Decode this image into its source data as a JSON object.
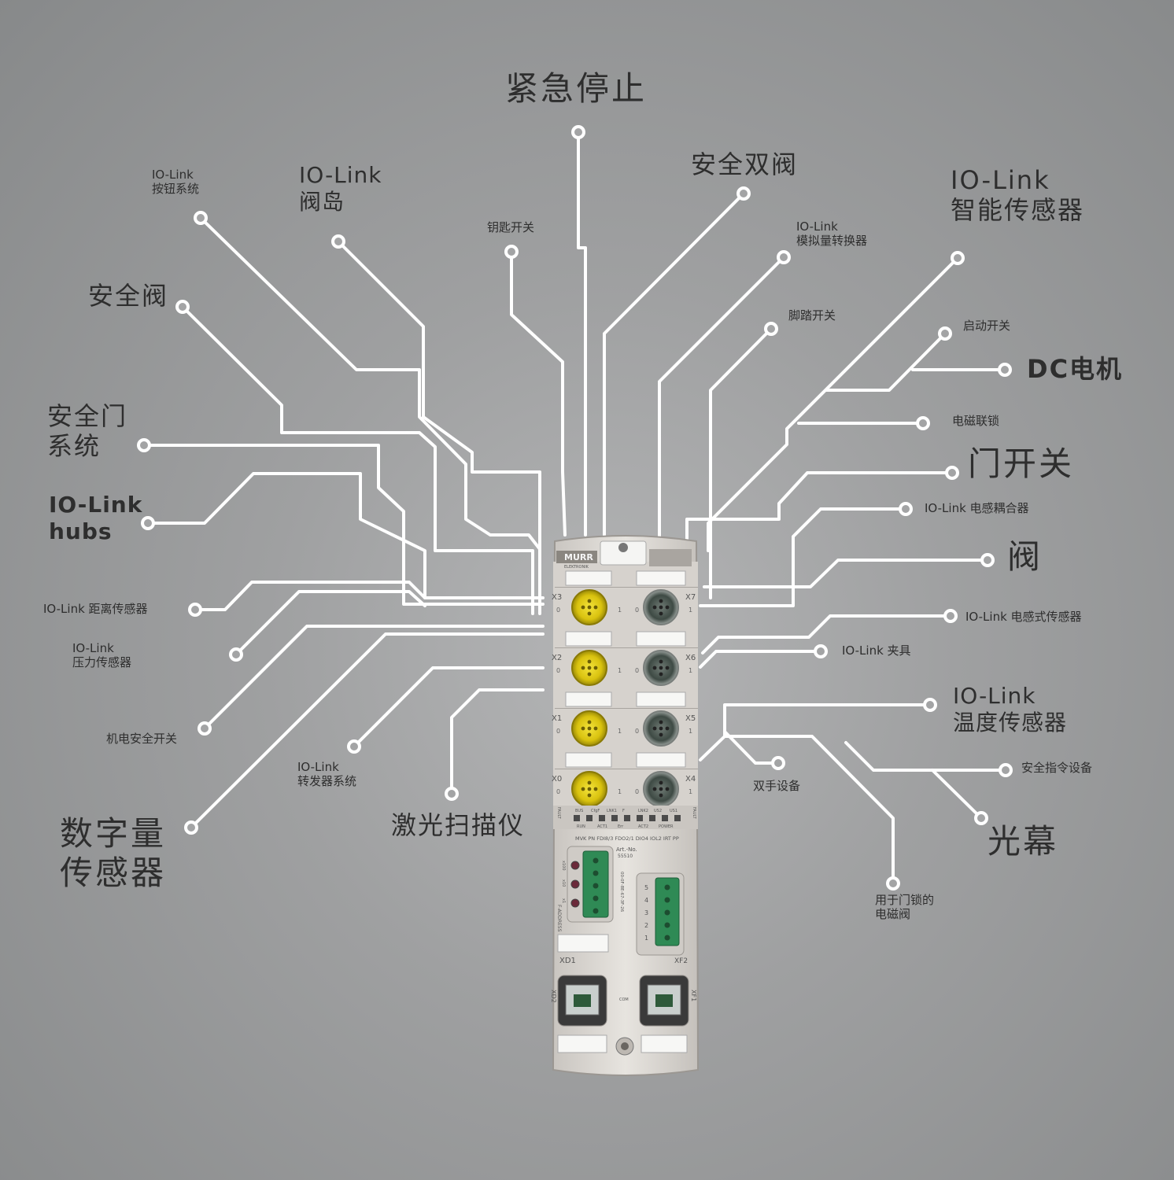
{
  "labels": [
    {
      "id": "emergency-stop",
      "lines": [
        "紧急停止"
      ]
    },
    {
      "id": "safety-double-valve",
      "lines": [
        "安全双阀"
      ]
    },
    {
      "id": "io-link-pushbutton",
      "lines": [
        "IO-Link",
        "按钮系统"
      ]
    },
    {
      "id": "io-link-valve-island",
      "lines": [
        "IO-Link",
        "阀岛"
      ]
    },
    {
      "id": "key-switch",
      "lines": [
        "钥匙开关"
      ]
    },
    {
      "id": "io-link-analog-converter",
      "lines": [
        "IO-Link",
        "模拟量转换器"
      ]
    },
    {
      "id": "io-link-smart-sensor",
      "lines": [
        "IO-Link",
        "智能传感器"
      ]
    },
    {
      "id": "safety-valve",
      "lines": [
        "安全阀"
      ]
    },
    {
      "id": "foot-switch",
      "lines": [
        "脚踏开关"
      ]
    },
    {
      "id": "start-switch",
      "lines": [
        "启动开关"
      ]
    },
    {
      "id": "dc-motor",
      "lines": [
        "DC电机"
      ]
    },
    {
      "id": "safety-door-system",
      "lines": [
        "安全门",
        "系统"
      ]
    },
    {
      "id": "solenoid-interlock",
      "lines": [
        "电磁联锁"
      ]
    },
    {
      "id": "door-switch",
      "lines": [
        "门开关"
      ]
    },
    {
      "id": "io-link-hubs",
      "lines": [
        "IO-Link",
        "hubs"
      ]
    },
    {
      "id": "io-link-coupler",
      "lines": [
        "IO-Link 电感耦合器"
      ]
    },
    {
      "id": "valve",
      "lines": [
        "阀"
      ]
    },
    {
      "id": "io-link-distance-sensor",
      "lines": [
        "IO-Link 距离传感器"
      ]
    },
    {
      "id": "io-link-inductive-sensor",
      "lines": [
        "IO-Link 电感式传感器"
      ]
    },
    {
      "id": "io-link-pressure-sensor",
      "lines": [
        "IO-Link",
        "压力传感器"
      ]
    },
    {
      "id": "io-link-gripper",
      "lines": [
        "IO-Link 夹具"
      ]
    },
    {
      "id": "io-link-temperature-sensor",
      "lines": [
        "IO-Link",
        "温度传感器"
      ]
    },
    {
      "id": "electromech-safety-switch",
      "lines": [
        "机电安全开关"
      ]
    },
    {
      "id": "io-link-repeater",
      "lines": [
        "IO-Link",
        "转发器系统"
      ]
    },
    {
      "id": "two-hand-device",
      "lines": [
        "双手设备"
      ]
    },
    {
      "id": "safety-command-device",
      "lines": [
        "安全指令设备"
      ]
    },
    {
      "id": "laser-scanner",
      "lines": [
        "激光扫描仪"
      ]
    },
    {
      "id": "digital-sensor",
      "lines": [
        "数字量",
        "传感器"
      ]
    },
    {
      "id": "light-curtain",
      "lines": [
        "光幕"
      ]
    },
    {
      "id": "door-lock-solenoid-valve",
      "lines": [
        "用于门锁的",
        "电磁阀"
      ]
    }
  ],
  "device": {
    "brand": "MURR",
    "brand_sub": "ELEKTRONIK",
    "model": "MVK PN FDI8/3 FDO2/1 DIO4 IOL2 IRT PP",
    "art_no_label": "Art.-No.",
    "art_no": "55510",
    "ports_left": [
      "X3",
      "X2",
      "X1",
      "X0"
    ],
    "ports_right": [
      "X7",
      "X6",
      "X5",
      "X4"
    ],
    "pin_left": "0",
    "pin_right": "1",
    "led_top": [
      "BUS",
      "CfgF",
      "LNK1",
      "F",
      "LNK2",
      "US2",
      "US1"
    ],
    "led_bottom": [
      "RUN",
      "ACT1",
      "Err",
      "ACT2",
      "POWER"
    ],
    "fault_label": "FAULT",
    "f_address_label": "F-ADDRESS",
    "rotary_labels": [
      "x100",
      "x10",
      "x1"
    ],
    "xd1_label": "XD1",
    "xf2_label": "XF2",
    "xf2_pins": [
      "5",
      "4",
      "3",
      "2",
      "1"
    ],
    "xd2_label": "XD2",
    "xf1_label": "XF1",
    "com_label": "COM",
    "mac": "00-0F-8E-67-3F-26"
  },
  "colors": {
    "background": "#9fa0a1",
    "line": "#ffffff",
    "text": "#2e2e2e",
    "housing": "#dcd9d5",
    "port_yellow": "#e8d21a",
    "connector_green": "#2e8b57"
  }
}
